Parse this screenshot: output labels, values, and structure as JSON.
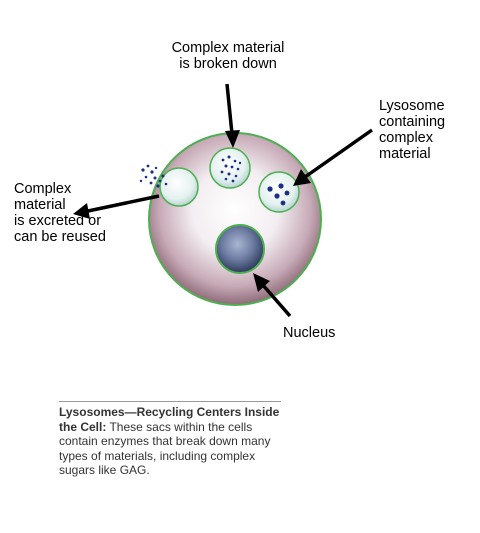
{
  "labels": {
    "top": "Complex material\nis broken down",
    "right": "Lysosome\ncontaining\ncomplex\nmaterial",
    "left": "Complex\nmaterial\nis excreted or\ncan be reused",
    "nucleus": "Nucleus"
  },
  "caption": {
    "title": "Lysosomes—Recycling Centers Inside the Cell:",
    "body": " These sacs within the cells contain enzymes that break down many types of materials, including complex sugars like GAG."
  },
  "colors": {
    "cell_outline": "#4caf50",
    "cell_fill_center": "#ffffff",
    "cell_fill_edge": "#8e6a78",
    "lysosome_fill": "#d9ecea",
    "nucleus_fill": "#4e5f86",
    "particle": "#1a2e8a",
    "arrow": "#000000"
  }
}
